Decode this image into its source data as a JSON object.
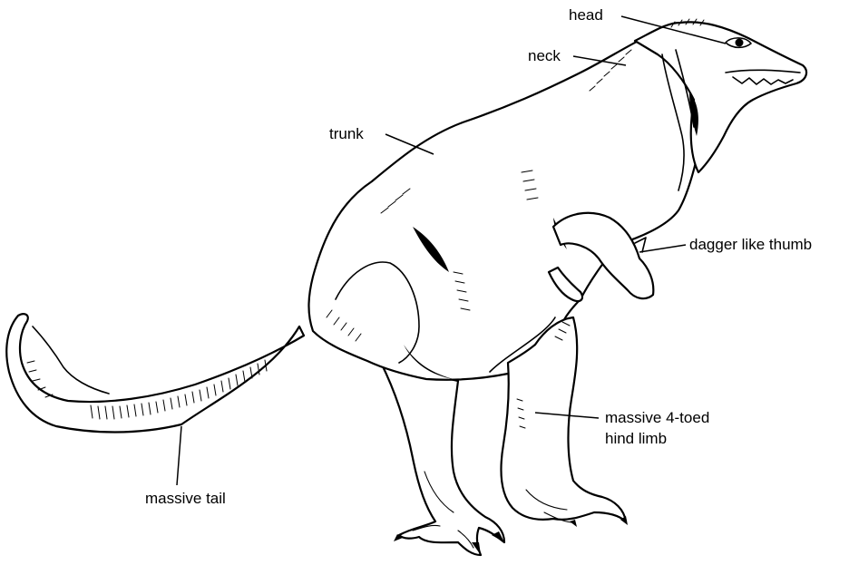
{
  "labels": {
    "head": "head",
    "neck": "neck",
    "trunk": "trunk",
    "thumb": "dagger like thumb",
    "hindlimb_line1": "massive 4-toed",
    "hindlimb_line2": "hind limb",
    "tail": "massive tail"
  }
}
